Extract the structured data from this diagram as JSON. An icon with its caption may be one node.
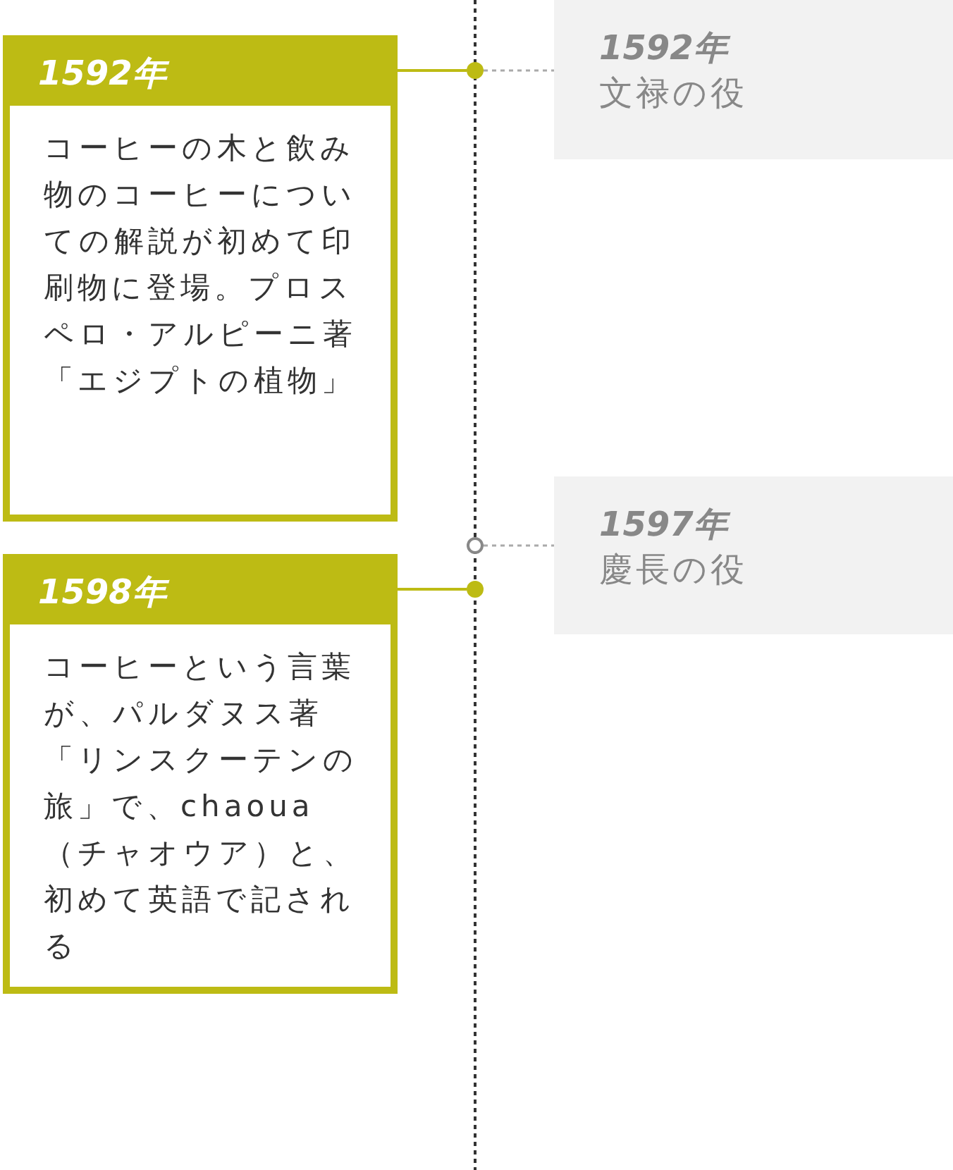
{
  "diagram": {
    "nodes": [
      {
        "text": [
          "1592年",
          "コーヒーの木と飲み物のコーヒーについての解説が初めて印刷物に登場。プロスペロ・アルピーニ著「エジプトの植物」"
        ]
      },
      {
        "text": [],
        "shape": "circle"
      },
      {
        "text": [
          "1592年",
          "文禄の役"
        ]
      },
      {
        "text": [],
        "shape": "circle"
      },
      {
        "text": [
          "1597年",
          "慶長の役"
        ]
      },
      {
        "text": [
          "1598年",
          "コーヒーという言葉が、パルダヌス著「リンスクーテンの旅」で、chaoua（チャオウア）と、初めて英語で記される"
        ]
      },
      {
        "text": [],
        "shape": "circle"
      }
    ],
    "edges": [
      {
        "from": 0,
        "to": 1,
        "arrow": "none"
      },
      {
        "from": 1,
        "to": 2,
        "arrow": "none",
        "style": "dashed",
        "color": "#aaaaaa"
      },
      {
        "from": 3,
        "to": 4,
        "arrow": "none",
        "style": "dashed",
        "color": "#aaaaaa"
      },
      {
        "from": 5,
        "to": 6,
        "arrow": "none"
      }
    ]
  }
}
